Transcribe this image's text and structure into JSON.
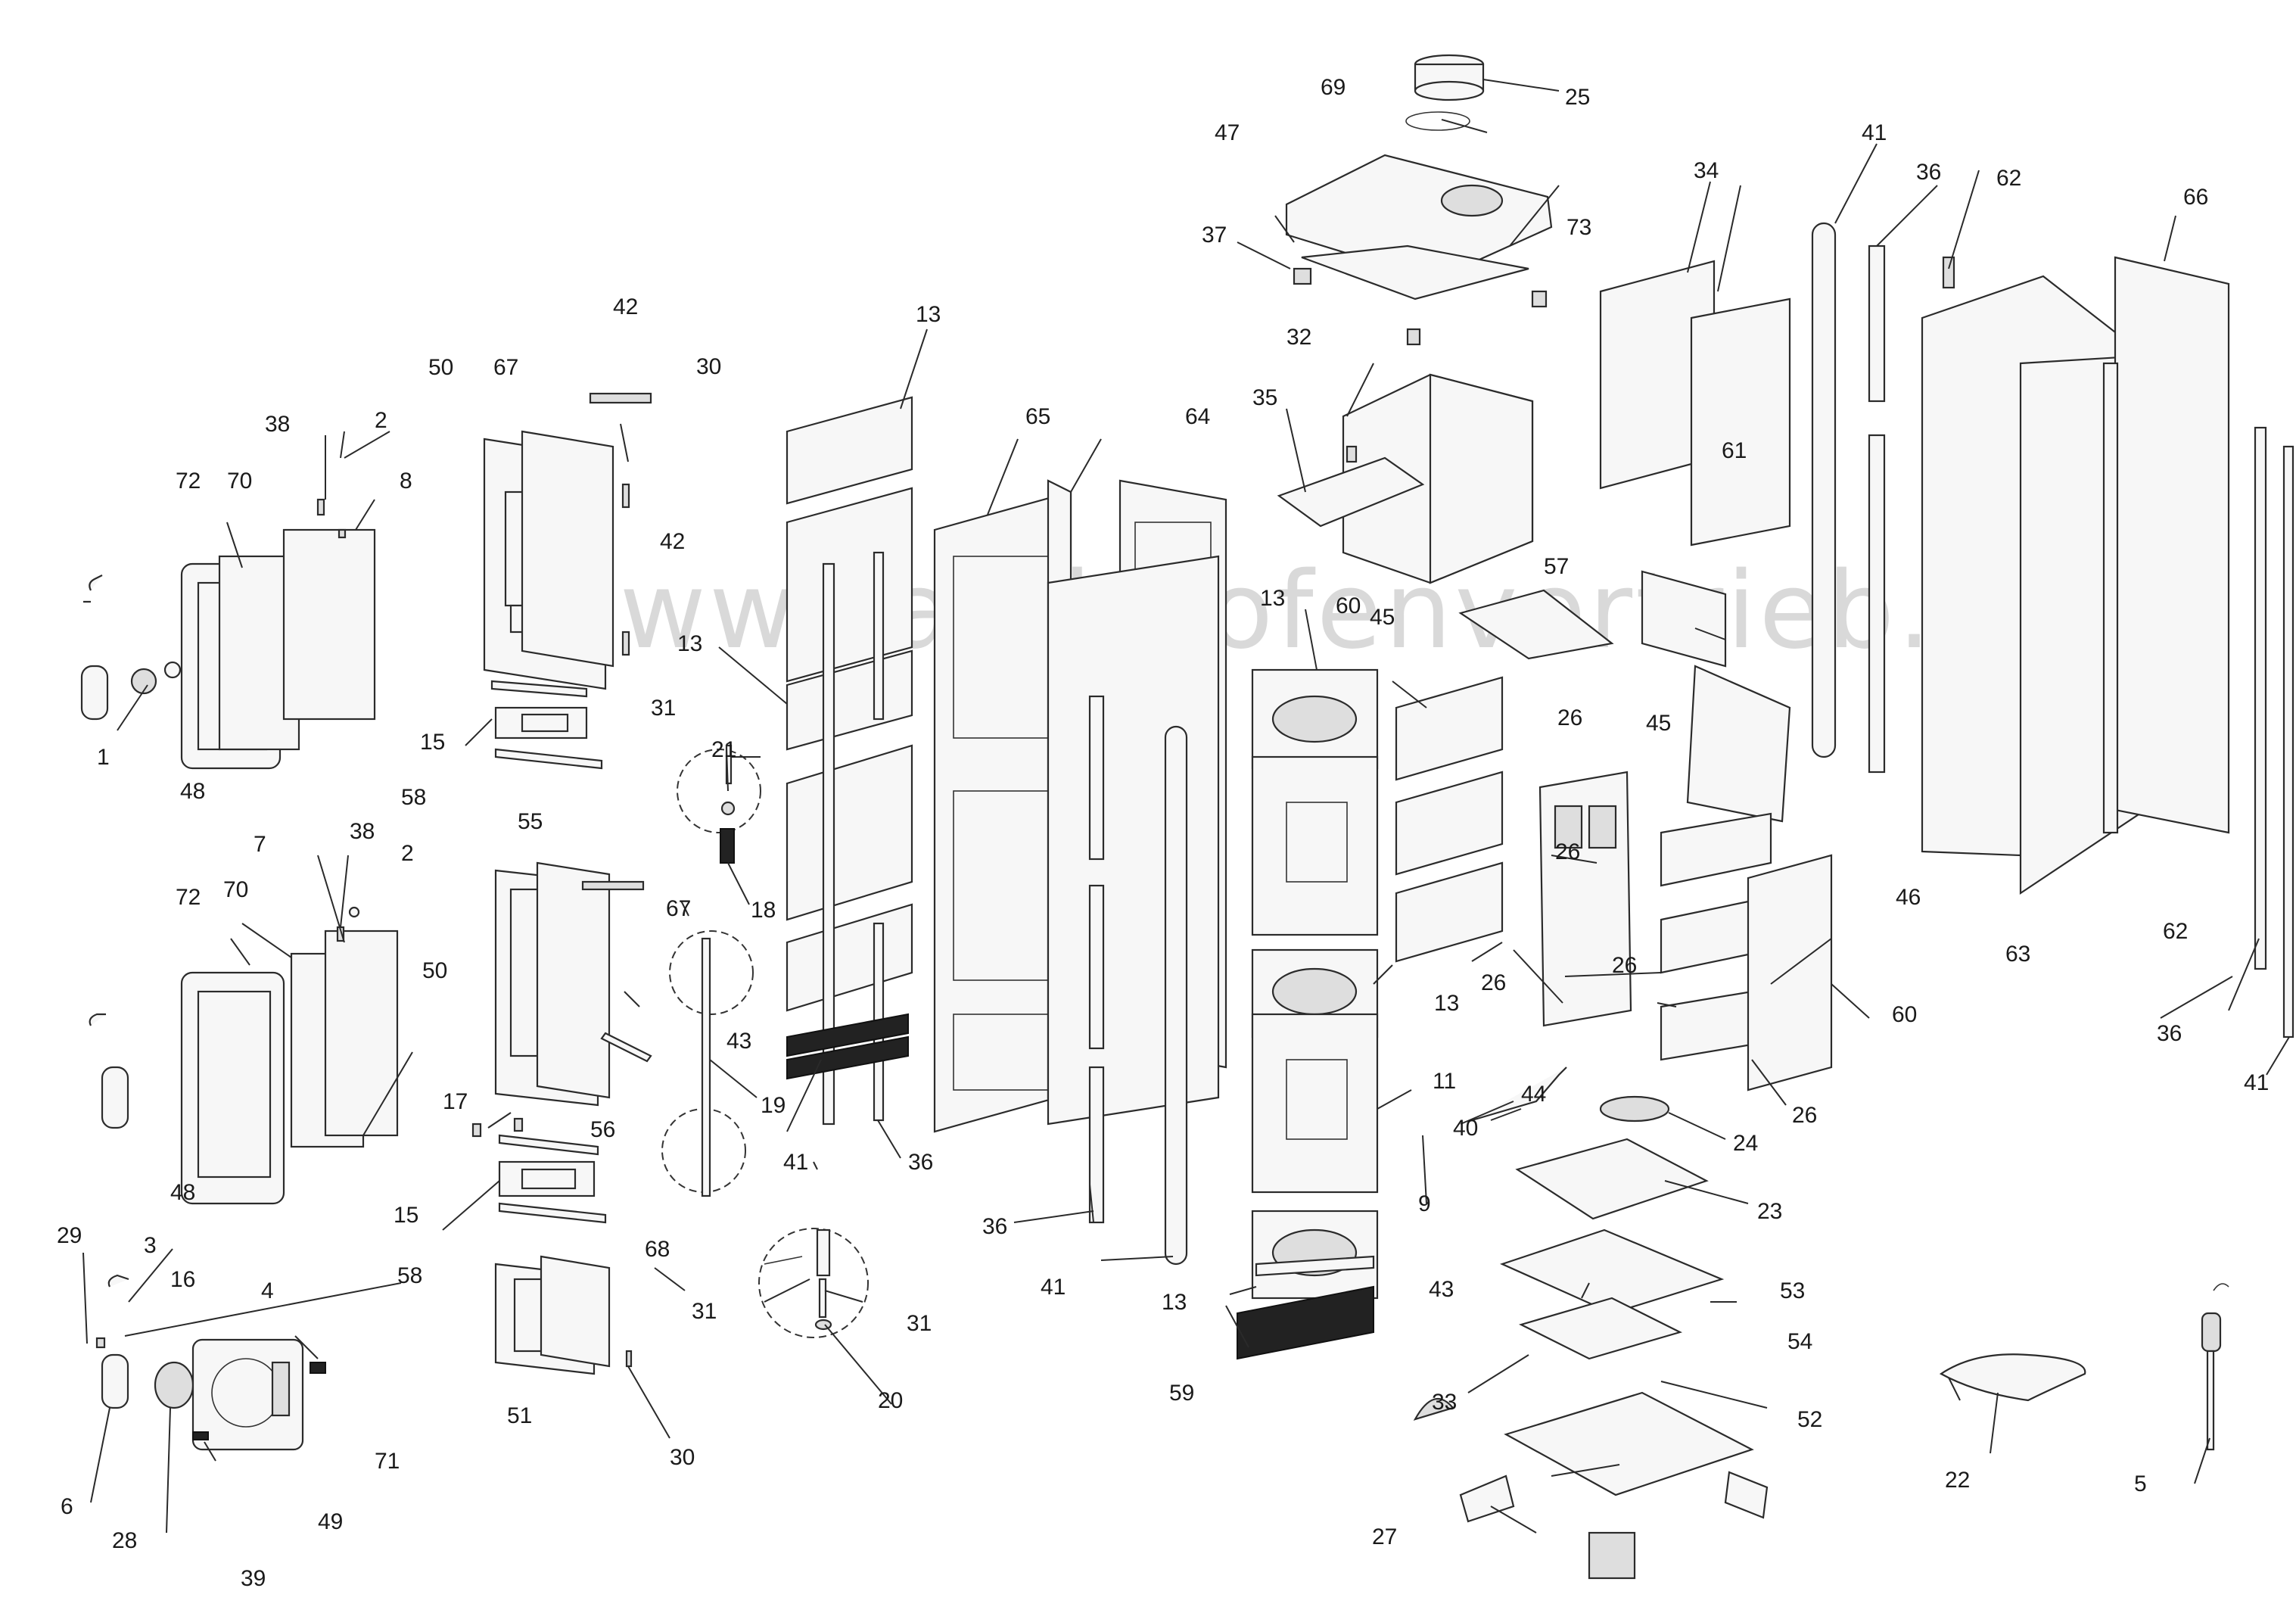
{
  "watermark": "www.kamin-ofenvertrieb.de",
  "accent_colors": {
    "line": "#2b2b2b",
    "watermark": "#d9d9d9",
    "background": "#ffffff"
  },
  "callouts": [
    {
      "id": "c1",
      "text": "1"
    },
    {
      "id": "c2a",
      "text": "2"
    },
    {
      "id": "c2b",
      "text": "2"
    },
    {
      "id": "c3",
      "text": "3"
    },
    {
      "id": "c4",
      "text": "4"
    },
    {
      "id": "c5",
      "text": "5"
    },
    {
      "id": "c6",
      "text": "6"
    },
    {
      "id": "c7",
      "text": "7"
    },
    {
      "id": "c8",
      "text": "8"
    },
    {
      "id": "c9",
      "text": "9"
    },
    {
      "id": "c11",
      "text": "11"
    },
    {
      "id": "c13a",
      "text": "13"
    },
    {
      "id": "c13b",
      "text": "13"
    },
    {
      "id": "c13c",
      "text": "13"
    },
    {
      "id": "c13d",
      "text": "13"
    },
    {
      "id": "c13e",
      "text": "13"
    },
    {
      "id": "c15a",
      "text": "15"
    },
    {
      "id": "c15b",
      "text": "15"
    },
    {
      "id": "c16",
      "text": "16"
    },
    {
      "id": "c17",
      "text": "17"
    },
    {
      "id": "c18",
      "text": "18"
    },
    {
      "id": "c19",
      "text": "19"
    },
    {
      "id": "c20",
      "text": "20"
    },
    {
      "id": "c21",
      "text": "21"
    },
    {
      "id": "c22",
      "text": "22"
    },
    {
      "id": "c23",
      "text": "23"
    },
    {
      "id": "c24",
      "text": "24"
    },
    {
      "id": "c25",
      "text": "25"
    },
    {
      "id": "c26a",
      "text": "26"
    },
    {
      "id": "c26b",
      "text": "26"
    },
    {
      "id": "c26c",
      "text": "26"
    },
    {
      "id": "c26d",
      "text": "26"
    },
    {
      "id": "c26e",
      "text": "26"
    },
    {
      "id": "c27",
      "text": "27"
    },
    {
      "id": "c28",
      "text": "28"
    },
    {
      "id": "c29",
      "text": "29"
    },
    {
      "id": "c30a",
      "text": "30"
    },
    {
      "id": "c30b",
      "text": "30"
    },
    {
      "id": "c31a",
      "text": "31"
    },
    {
      "id": "c31b",
      "text": "31"
    },
    {
      "id": "c31c",
      "text": "31"
    },
    {
      "id": "c32",
      "text": "32"
    },
    {
      "id": "c33",
      "text": "33"
    },
    {
      "id": "c34",
      "text": "34"
    },
    {
      "id": "c35",
      "text": "35"
    },
    {
      "id": "c36a",
      "text": "36"
    },
    {
      "id": "c36b",
      "text": "36"
    },
    {
      "id": "c36c",
      "text": "36"
    },
    {
      "id": "c36d",
      "text": "36"
    },
    {
      "id": "c37",
      "text": "37"
    },
    {
      "id": "c38a",
      "text": "38"
    },
    {
      "id": "c38b",
      "text": "38"
    },
    {
      "id": "c39",
      "text": "39"
    },
    {
      "id": "c40",
      "text": "40"
    },
    {
      "id": "c41a",
      "text": "41"
    },
    {
      "id": "c41b",
      "text": "41"
    },
    {
      "id": "c41c",
      "text": "41"
    },
    {
      "id": "c41d",
      "text": "41"
    },
    {
      "id": "c42a",
      "text": "42"
    },
    {
      "id": "c42b",
      "text": "42"
    },
    {
      "id": "c43a",
      "text": "43"
    },
    {
      "id": "c43b",
      "text": "43"
    },
    {
      "id": "c44",
      "text": "44"
    },
    {
      "id": "c45a",
      "text": "45"
    },
    {
      "id": "c45b",
      "text": "45"
    },
    {
      "id": "c46",
      "text": "46"
    },
    {
      "id": "c47",
      "text": "47"
    },
    {
      "id": "c48a",
      "text": "48"
    },
    {
      "id": "c48b",
      "text": "48"
    },
    {
      "id": "c49",
      "text": "49"
    },
    {
      "id": "c50a",
      "text": "50"
    },
    {
      "id": "c50b",
      "text": "50"
    },
    {
      "id": "c51",
      "text": "51"
    },
    {
      "id": "c52",
      "text": "52"
    },
    {
      "id": "c53",
      "text": "53"
    },
    {
      "id": "c54",
      "text": "54"
    },
    {
      "id": "c55",
      "text": "55"
    },
    {
      "id": "c56",
      "text": "56"
    },
    {
      "id": "c57",
      "text": "57"
    },
    {
      "id": "c58a",
      "text": "58"
    },
    {
      "id": "c58b",
      "text": "58"
    },
    {
      "id": "c59",
      "text": "59"
    },
    {
      "id": "c60a",
      "text": "60"
    },
    {
      "id": "c60b",
      "text": "60"
    },
    {
      "id": "c61",
      "text": "61"
    },
    {
      "id": "c62a",
      "text": "62"
    },
    {
      "id": "c62b",
      "text": "62"
    },
    {
      "id": "c63",
      "text": "63"
    },
    {
      "id": "c64",
      "text": "64"
    },
    {
      "id": "c65",
      "text": "65"
    },
    {
      "id": "c66",
      "text": "66"
    },
    {
      "id": "c67a",
      "text": "67"
    },
    {
      "id": "c67b",
      "text": "67"
    },
    {
      "id": "c68",
      "text": "68"
    },
    {
      "id": "c69",
      "text": "69"
    },
    {
      "id": "c70a",
      "text": "70"
    },
    {
      "id": "c70b",
      "text": "70"
    },
    {
      "id": "c71",
      "text": "71"
    },
    {
      "id": "c72a",
      "text": "72"
    },
    {
      "id": "c72b",
      "text": "72"
    },
    {
      "id": "c73",
      "text": "73"
    }
  ]
}
